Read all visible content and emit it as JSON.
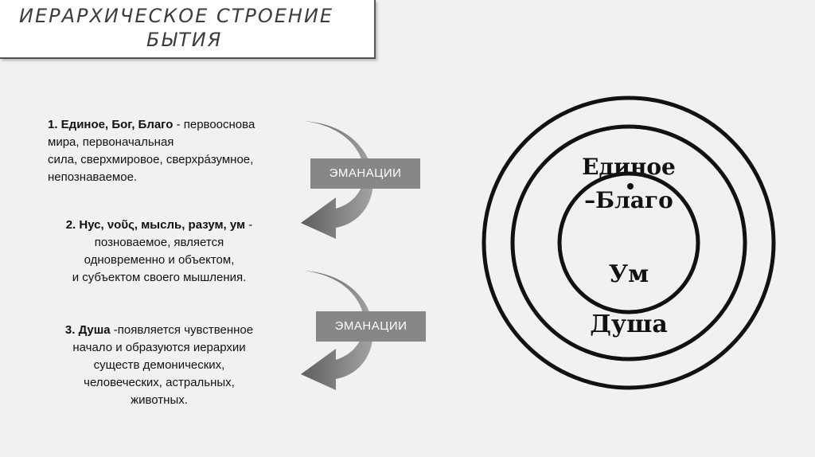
{
  "title": {
    "line1": "ИЕРАРХИЧЕСКОЕ СТРОЕНИЕ",
    "line2": "БЫТИЯ"
  },
  "items": [
    {
      "bold": "1. Единое, Бог, Благо",
      "rest": " - первооснова",
      "lines": [
        "мира, первоначальная",
        "сила, сверхмировое, сверхрáзумное,",
        "непознаваемое."
      ]
    },
    {
      "bold": "2. Нус, νοῦς, мысль, разум, ум",
      "rest": " -",
      "lines": [
        "позноваемое, является",
        "одновременно  и объектом,",
        "и субъектом своего мышления."
      ]
    },
    {
      "bold": "3.  Душа",
      "rest": " -появляется чувственное",
      "lines": [
        "начало и образуются иерархии",
        "существ демонических,",
        "человеческих, астральных,",
        "животных."
      ]
    }
  ],
  "emanation_label_1": "ЭМАНАЦИИ",
  "emanation_label_2": "ЭМАНАЦИИ",
  "diagram": {
    "inner_line1": "Единое",
    "inner_line2": "–Благо",
    "middle": "Ум",
    "outer": "Душа"
  },
  "colors": {
    "badge": "#878787",
    "arrow": "#7a7a7a",
    "background": "#f1f1f0"
  }
}
